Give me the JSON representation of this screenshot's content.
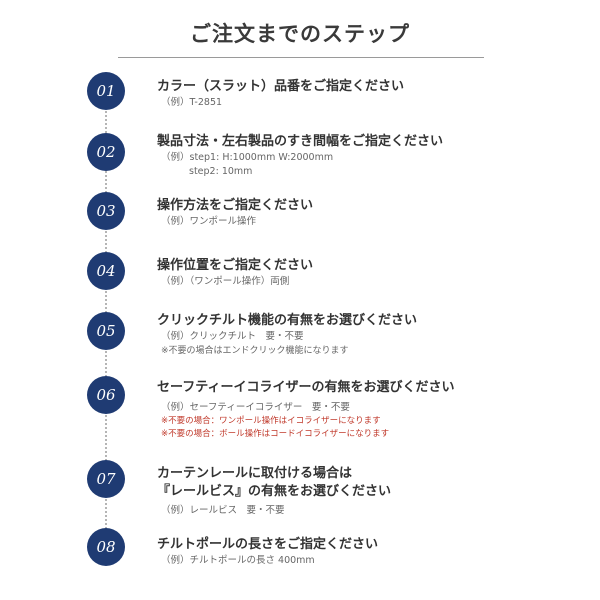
{
  "title": "ご注文までのステップ",
  "steps": [
    {
      "num": "01",
      "heading": "カラー（スラット）品番をご指定ください",
      "lines": [
        "（例）T-2851"
      ]
    },
    {
      "num": "02",
      "heading": "製品寸法・左右製品のすき間幅をご指定ください",
      "lines": [
        "（例）step1:  H:1000mm  W:2000mm",
        "step2:  10mm"
      ]
    },
    {
      "num": "03",
      "heading": "操作方法をご指定ください",
      "lines": [
        "（例）ワンポール操作"
      ]
    },
    {
      "num": "04",
      "heading": "操作位置をご指定ください",
      "lines": [
        "（例）（ワンポール操作）両側"
      ]
    },
    {
      "num": "05",
      "heading": "クリックチルト機能の有無をお選びください",
      "lines": [
        "（例）クリックチルト　要・不要",
        "※不要の場合はエンドクリック機能になります"
      ]
    },
    {
      "num": "06",
      "heading": "セーフティーイコライザーの有無をお選びください",
      "lines": [
        "（例）セーフティーイコライザー　要・不要",
        "※不要の場合：ワンポール操作はイコライザーになります",
        "※不要の場合：ボール操作はコードイコライザーになります"
      ]
    },
    {
      "num": "07",
      "heading": "カーテンレールに取付ける場合は",
      "heading2": "『レールビス』の有無をお選びください",
      "lines": [
        "（例）レールビス　要・不要"
      ]
    },
    {
      "num": "08",
      "heading": "チルトポールの長さをご指定ください",
      "lines": [
        "（例）チルトポールの長さ 400mm"
      ]
    }
  ]
}
